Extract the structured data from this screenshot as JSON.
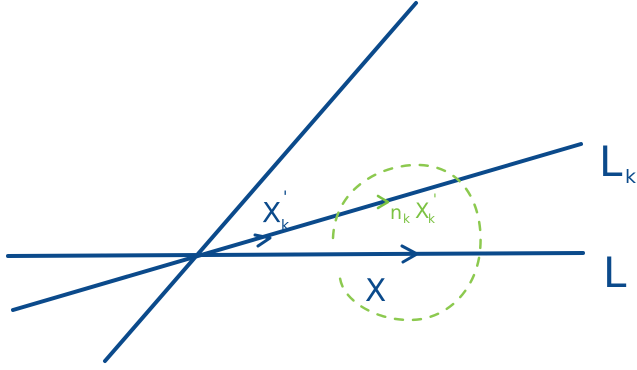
{
  "diagram": {
    "labels": {
      "line_l": "L",
      "line_lk": "L",
      "line_lk_sub": "k",
      "vector_x": "X",
      "vector_xk": "X",
      "vector_xk_sub": "k",
      "vector_xk_sup": "'",
      "green_nk": "n",
      "green_nk_sub": "k",
      "green_xk": "X",
      "green_xk_sub": "k",
      "green_xk_sup": "'"
    },
    "colors": {
      "ink_blue": "#0b4a8b",
      "ink_green": "#7cc243"
    }
  }
}
